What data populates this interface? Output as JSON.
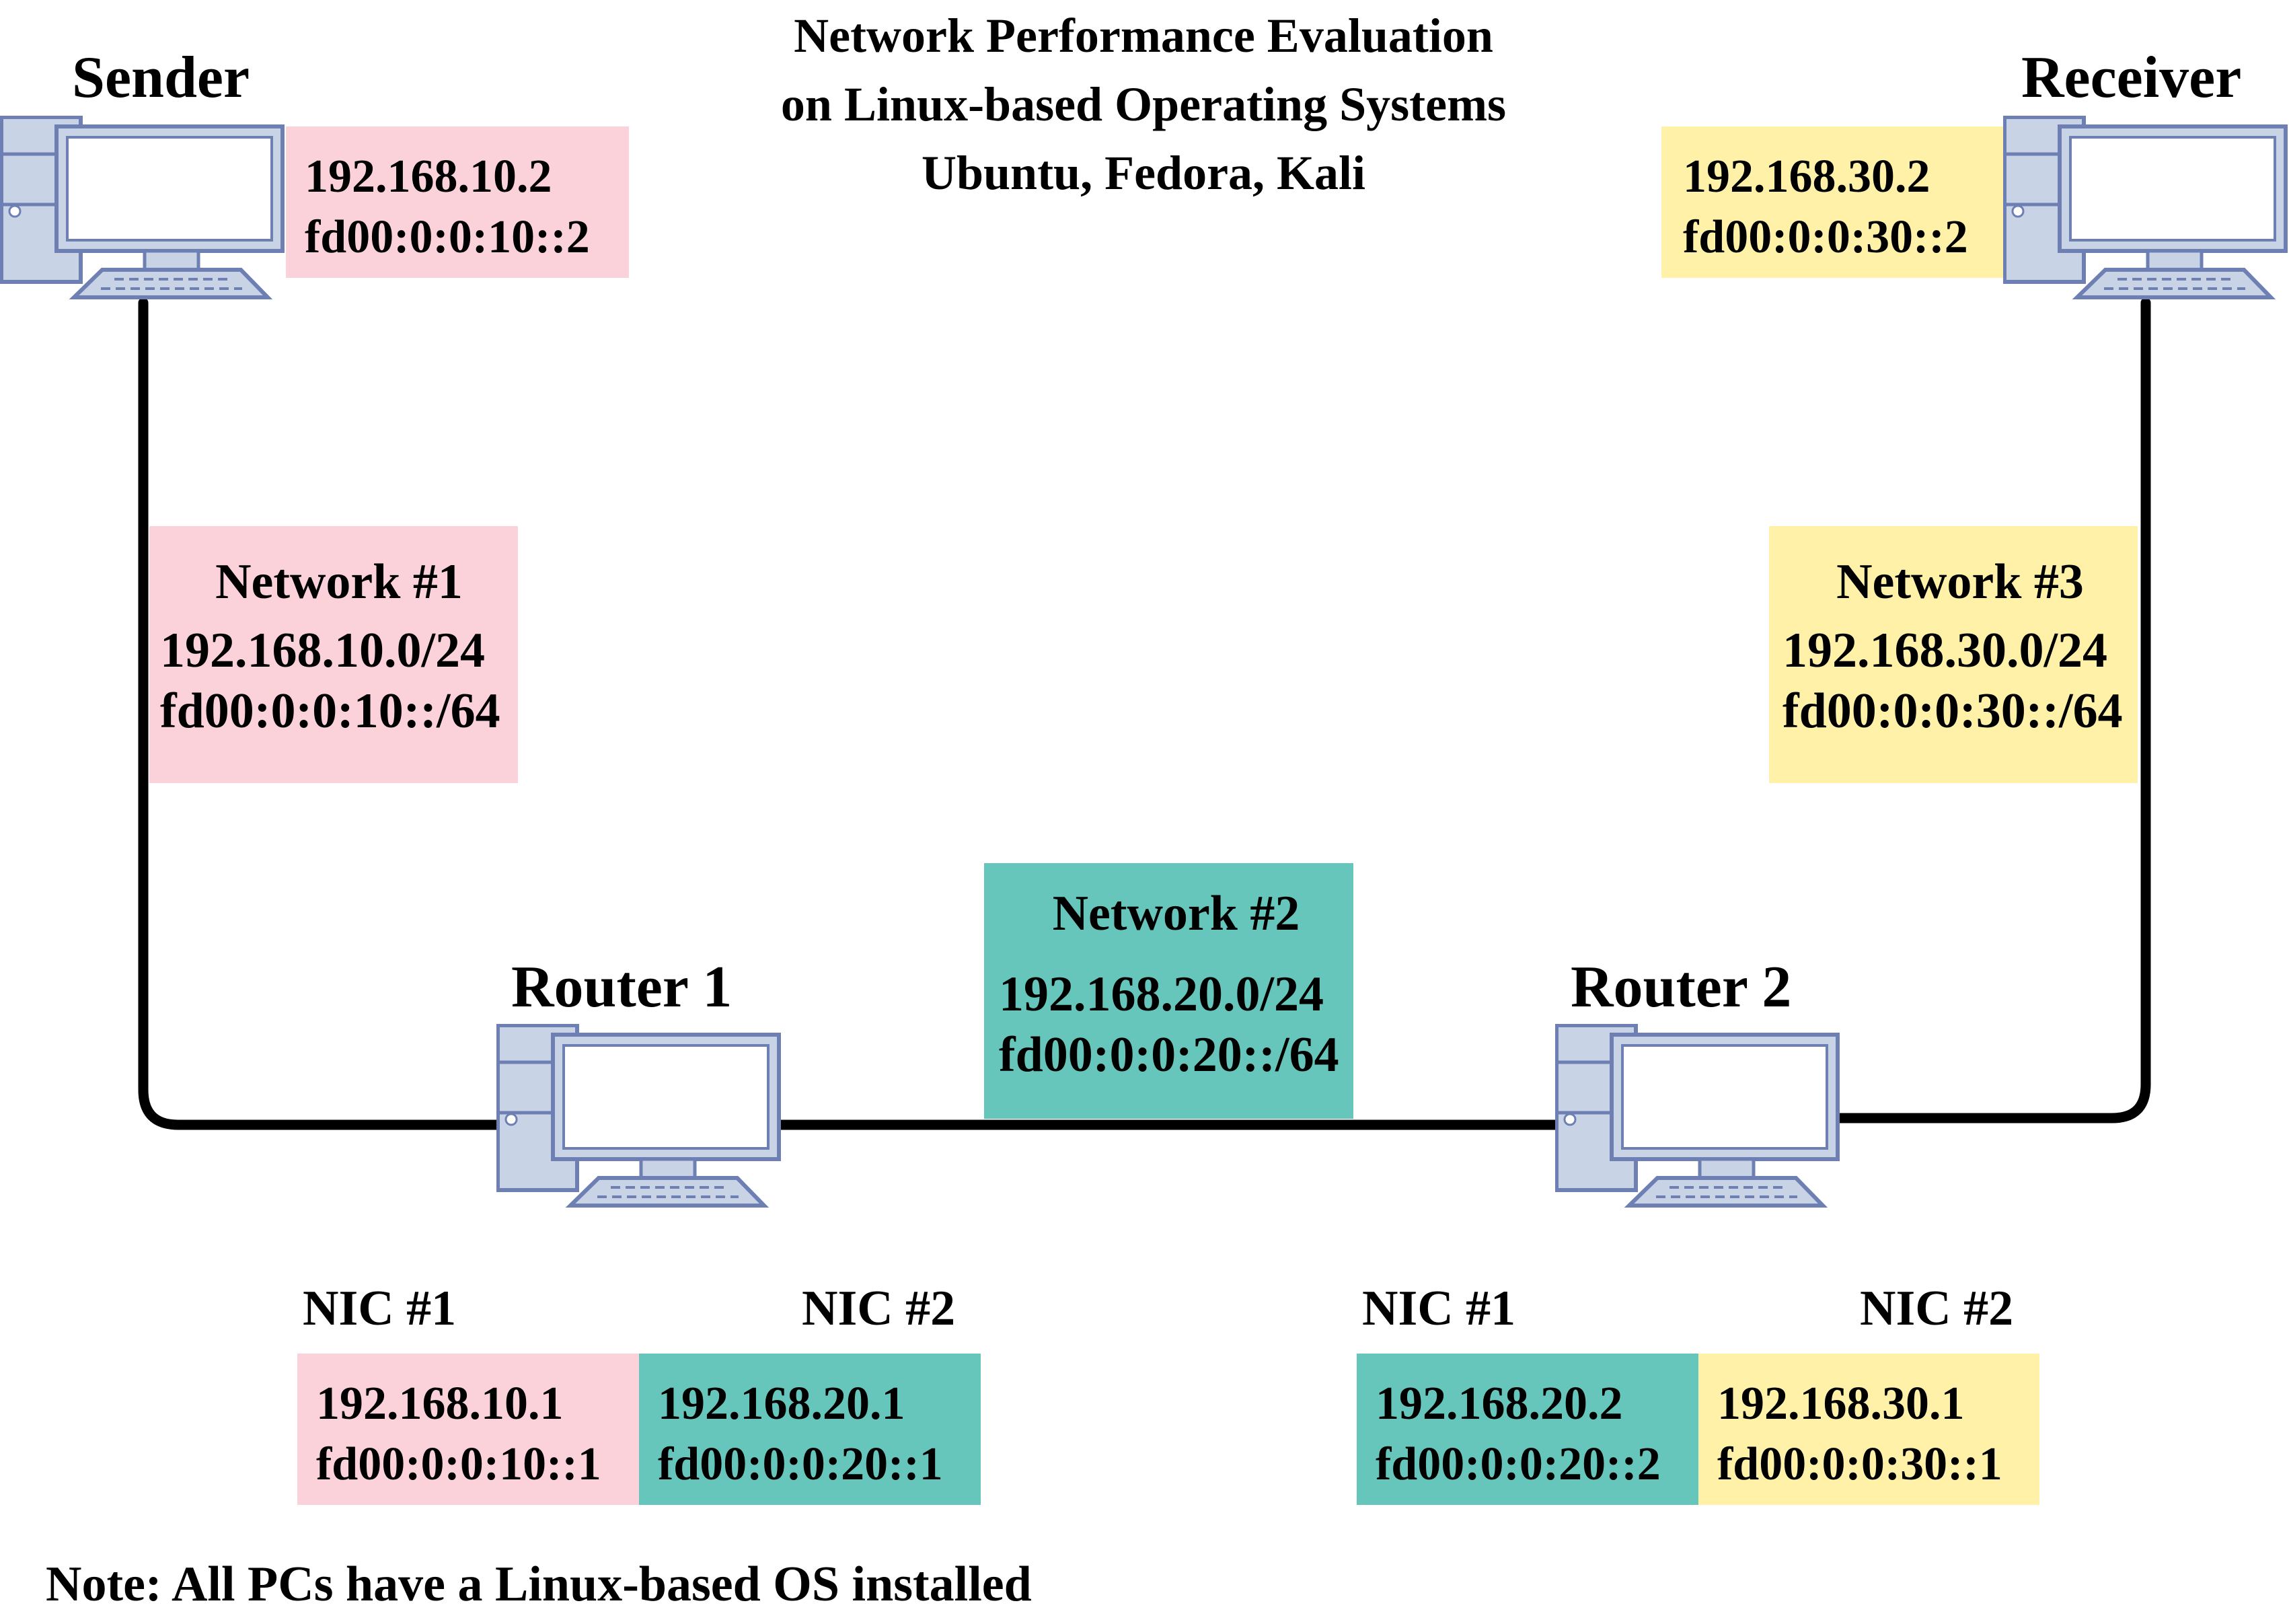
{
  "title": {
    "line1": "Network Performance Evaluation",
    "line2": "on Linux-based Operating Systems",
    "line3": "Ubuntu, Fedora, Kali"
  },
  "sender": {
    "label": "Sender",
    "ipv4": "192.168.10.2",
    "ipv6": "fd00:0:0:10::2"
  },
  "receiver": {
    "label": "Receiver",
    "ipv4": "192.168.30.2",
    "ipv6": "fd00:0:0:30::2"
  },
  "networks": [
    {
      "name": "Network #1",
      "ipv4": "192.168.10.0/24",
      "ipv6": "fd00:0:0:10::/64",
      "color": "#fcd2da"
    },
    {
      "name": "Network #2",
      "ipv4": "192.168.20.0/24",
      "ipv6": "fd00:0:0:20::/64",
      "color": "#66c6bb"
    },
    {
      "name": "Network #3",
      "ipv4": "192.168.30.0/24",
      "ipv6": "fd00:0:0:30::/64",
      "color": "#fff1a8"
    }
  ],
  "routers": [
    {
      "label": "Router 1",
      "nic1": {
        "label": "NIC #1",
        "ipv4": "192.168.10.1",
        "ipv6": "fd00:0:0:10::1"
      },
      "nic2": {
        "label": "NIC #2",
        "ipv4": "192.168.20.1",
        "ipv6": "fd00:0:0:20::1"
      }
    },
    {
      "label": "Router 2",
      "nic1": {
        "label": "NIC #1",
        "ipv4": "192.168.20.2",
        "ipv6": "fd00:0:0:20::2"
      },
      "nic2": {
        "label": "NIC #2",
        "ipv4": "192.168.30.1",
        "ipv6": "fd00:0:0:30::1"
      }
    }
  ],
  "note": "Note: All PCs have a Linux-based OS installed",
  "icons": {
    "pc": "desktop-computer-icon"
  },
  "colors": {
    "pc_body": "#c9d3e6",
    "pc_outline": "#6d7fb3",
    "wire": "#000000"
  }
}
